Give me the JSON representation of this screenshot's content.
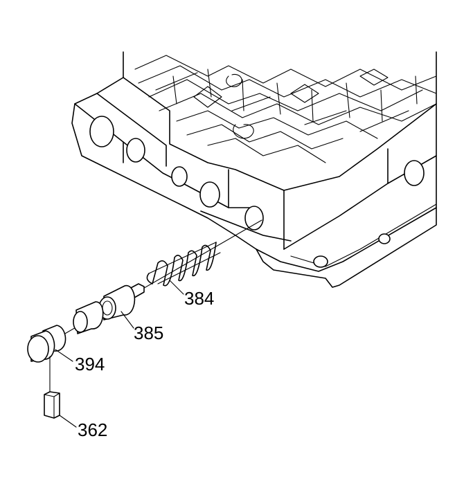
{
  "callouts": {
    "spring": "384",
    "valve": "385",
    "plug": "394",
    "retainer": "362"
  }
}
